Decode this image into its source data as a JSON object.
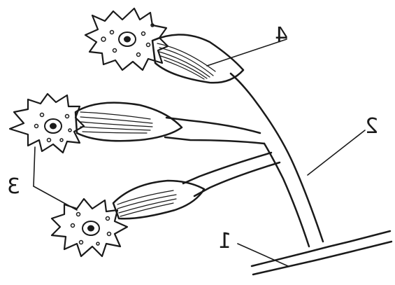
{
  "labels": {
    "one": "1",
    "two": "2",
    "three": "3",
    "four": "4"
  },
  "colors": {
    "ink": "#1a1a1a",
    "background": "#ffffff"
  }
}
